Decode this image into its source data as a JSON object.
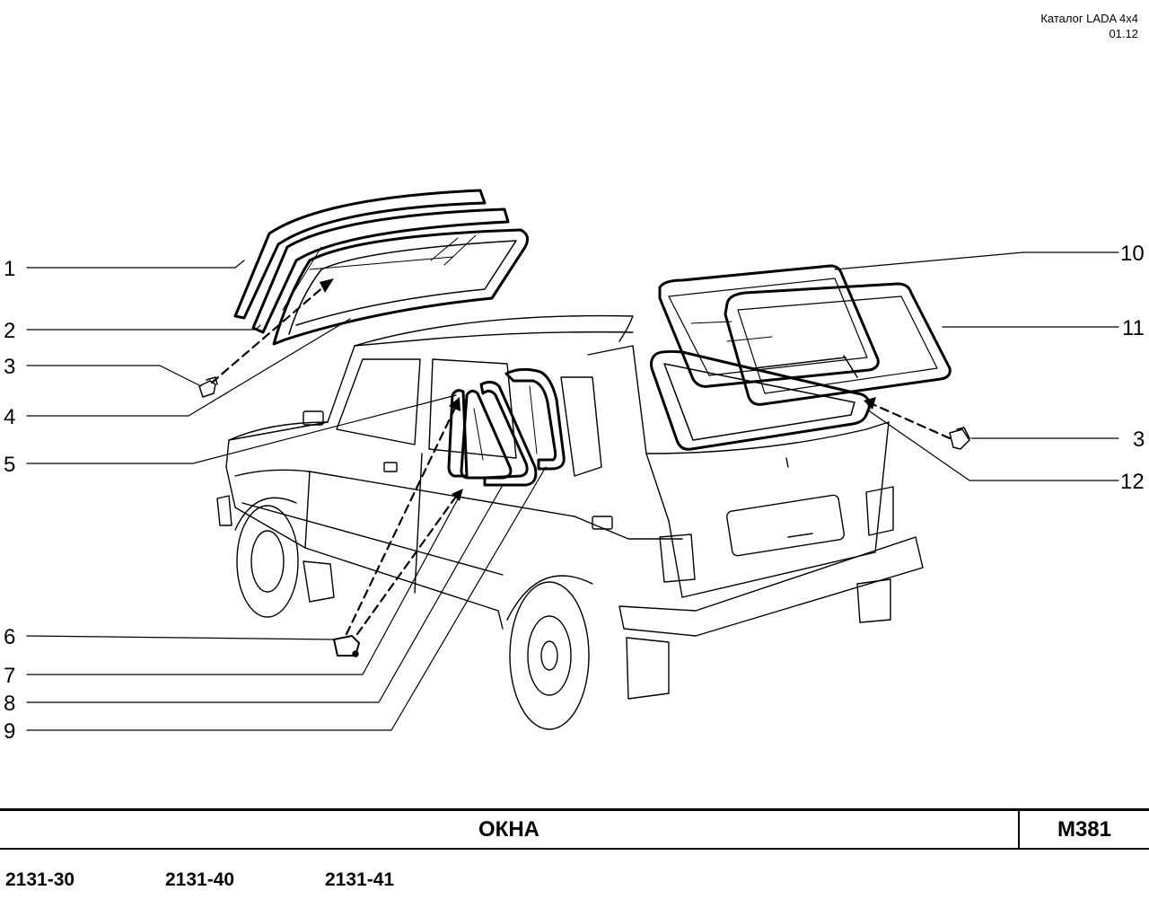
{
  "header": {
    "catalog": "Каталог LADA 4x4",
    "edition": "01.12"
  },
  "diagram": {
    "callouts": [
      "1",
      "2",
      "3",
      "4",
      "5",
      "6",
      "7",
      "8",
      "9",
      "10",
      "11",
      "3",
      "12"
    ]
  },
  "footer": {
    "section_title": "ОКНА",
    "section_code": "M381",
    "models": [
      "2131-30",
      "2131-40",
      "2131-41"
    ]
  }
}
